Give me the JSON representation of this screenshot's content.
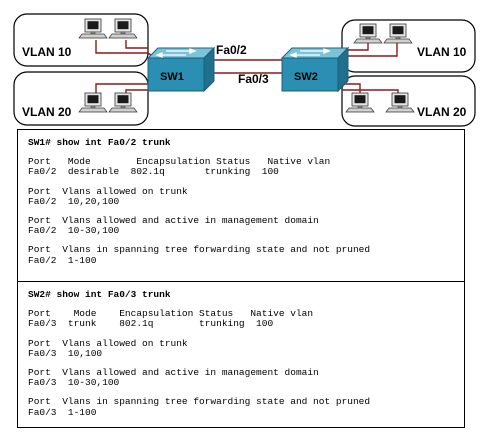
{
  "diagram": {
    "switches": [
      {
        "id": "sw1",
        "label": "SW1"
      },
      {
        "id": "sw2",
        "label": "SW2"
      }
    ],
    "vlans": [
      {
        "id": "sw1-vlan10",
        "label": "VLAN 10"
      },
      {
        "id": "sw1-vlan20",
        "label": "VLAN 20"
      },
      {
        "id": "sw2-vlan10",
        "label": "VLAN 10"
      },
      {
        "id": "sw2-vlan20",
        "label": "VLAN 20"
      }
    ],
    "ports": {
      "sw1_trunk": "Fa0/2",
      "sw2_trunk": "Fa0/3"
    },
    "colors": {
      "switch_fill": "#2a8fb2",
      "switch_top": "#7ac3da",
      "link": "#8b1a1a",
      "pc_body": "#d8d8d8"
    }
  },
  "cli": {
    "sections": [
      {
        "command": "SW1# show int Fa0/2 trunk",
        "blocks": [
          [
            "Port   Mode        Encapsulation Status   Native vlan",
            "Fa0/2  desirable  802.1q       trunking  100"
          ],
          [
            "Port  Vlans allowed on trunk",
            "Fa0/2  10,20,100"
          ],
          [
            "Port  Vlans allowed and active in management domain",
            "Fa0/2  10-30,100"
          ],
          [
            "Port  Vlans in spanning tree forwarding state and not pruned",
            "Fa0/2  1-100"
          ]
        ]
      },
      {
        "command": "SW2# show int Fa0/3 trunk",
        "blocks": [
          [
            "Port    Mode    Encapsulation Status   Native vlan",
            "Fa0/3  trunk    802.1q        trunking  100"
          ],
          [
            "Port  Vlans allowed on trunk",
            "Fa0/3  10,100"
          ],
          [
            "Port  Vlans allowed and active in management domain",
            "Fa0/3  10-30,100"
          ],
          [
            "Port  Vlans in spanning tree forwarding state and not pruned",
            "Fa0/3  1-100"
          ]
        ]
      }
    ]
  }
}
